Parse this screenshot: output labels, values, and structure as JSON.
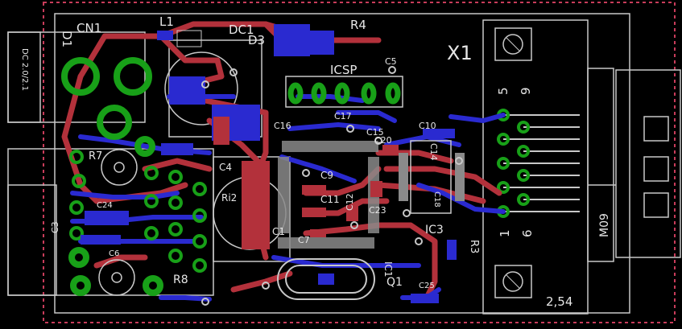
{
  "board": {
    "colors": {
      "background": "#000000",
      "top_copper": "#b3313b",
      "bottom_copper": "#2a2ad0",
      "pads": "#18a018",
      "silkscreen": "#c8c8c8",
      "outline": "#c83c5a",
      "smd_pad": "#8a8a8a"
    },
    "labels": {
      "cn1": "CN1",
      "l1": "L1",
      "dc1": "DC1",
      "d1": "D1",
      "d3": "D3",
      "dc_jack": "DC 2.0/2.1",
      "r4": "R4",
      "x1": "X1",
      "icsp": "ICSP",
      "c5": "C5",
      "pin5": "5",
      "pin9": "9",
      "pin1": "1",
      "pin6": "6",
      "m09": "M09",
      "pitch": "2,54",
      "r7": "R7",
      "c16": "C16",
      "c17": "C17",
      "c15": "C15",
      "c10": "C10",
      "c14": "C14",
      "c4": "C4",
      "c20": "C20",
      "c9": "C9",
      "c11": "C11",
      "c12": "C12",
      "c23": "C23",
      "c3": "C3",
      "ri2": "Ri2",
      "c1": "C1",
      "c7": "C7",
      "ic3": "IC3",
      "ic1": "IC1",
      "r3": "R3",
      "r8": "R8",
      "q1": "Q1",
      "c6": "C6",
      "c18": "C18",
      "c24": "C24",
      "c25": "C25"
    }
  }
}
